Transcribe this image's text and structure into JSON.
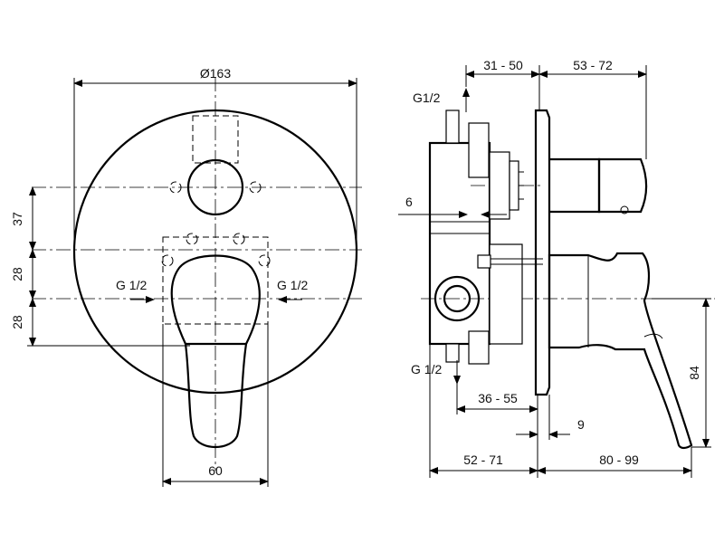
{
  "dimensions": {
    "diameter": "Ø163",
    "dim_37": "37",
    "dim_28_top": "28",
    "dim_28_bottom": "28",
    "dim_60": "60",
    "dim_31_50": "31 - 50",
    "dim_53_72": "53 - 72",
    "dim_6": "6",
    "dim_36_55": "36 - 55",
    "dim_9": "9",
    "dim_52_71": "52 - 71",
    "dim_80_99": "80 - 99",
    "dim_84": "84"
  },
  "connections": {
    "left_inlet": "G 1/2",
    "right_inlet": "G 1/2",
    "top_outlet": "G1/2",
    "bottom_outlet": "G 1/2"
  }
}
